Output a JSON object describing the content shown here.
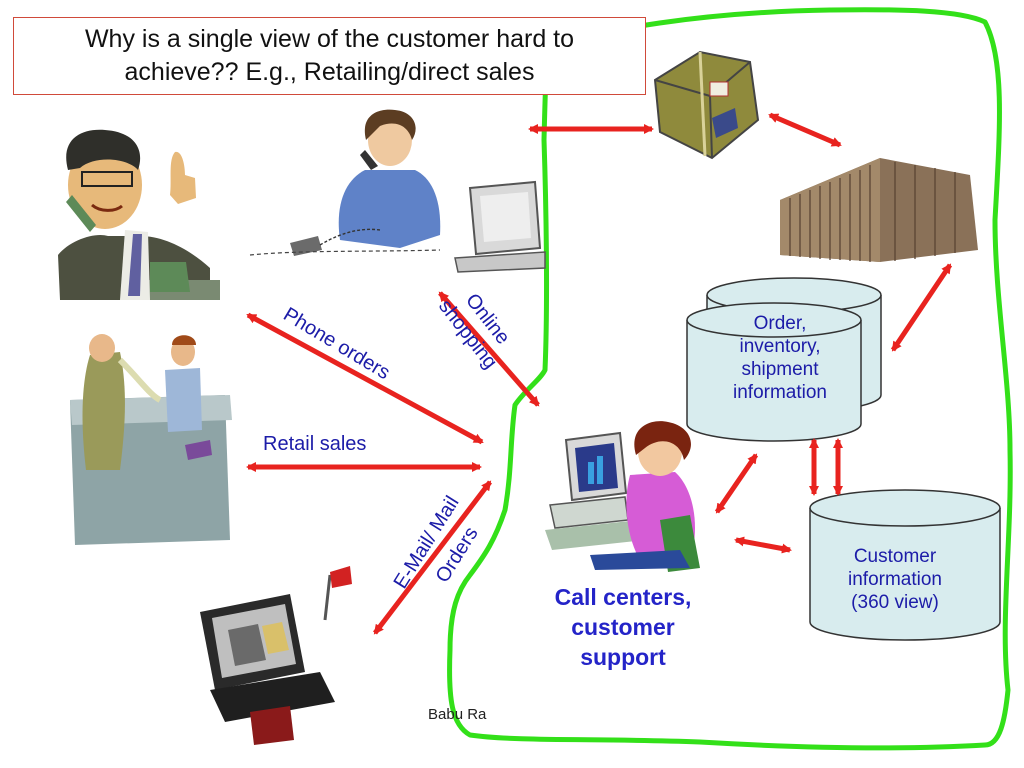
{
  "title": "Why is a single view of the customer hard to achieve??  E.g., Retailing/direct sales",
  "title_lines": [
    "Why is a single view of the customer hard to",
    "achieve??  E.g., Retailing/direct sales"
  ],
  "channels": {
    "phone_orders": "Phone orders",
    "online_shopping_line1": "Online",
    "online_shopping_line2": "shopping",
    "retail_sales": "Retail sales",
    "email_line1": "E-Mail/ Mail",
    "email_line2": "Orders"
  },
  "databases": {
    "order": [
      "Order,",
      "inventory,",
      "shipment",
      "information"
    ],
    "customer": [
      "Customer",
      "information",
      "(360 view)"
    ]
  },
  "call_center": [
    "Call centers,",
    "customer",
    "support"
  ],
  "footer": "Babu Ra",
  "colors": {
    "arrow": "#e8231f",
    "boundary": "#33e019",
    "label_text": "#1c1ca8",
    "call_center_text": "#2424c8",
    "db_fill": "#d8ecee",
    "title_border": "#d04a3a"
  },
  "icons": [
    "phone-man-icon",
    "phone-woman-computer-icon",
    "package-icon",
    "warehouse-icon",
    "retail-counter-icon",
    "mail-computer-icon",
    "call-center-agent-icon"
  ]
}
